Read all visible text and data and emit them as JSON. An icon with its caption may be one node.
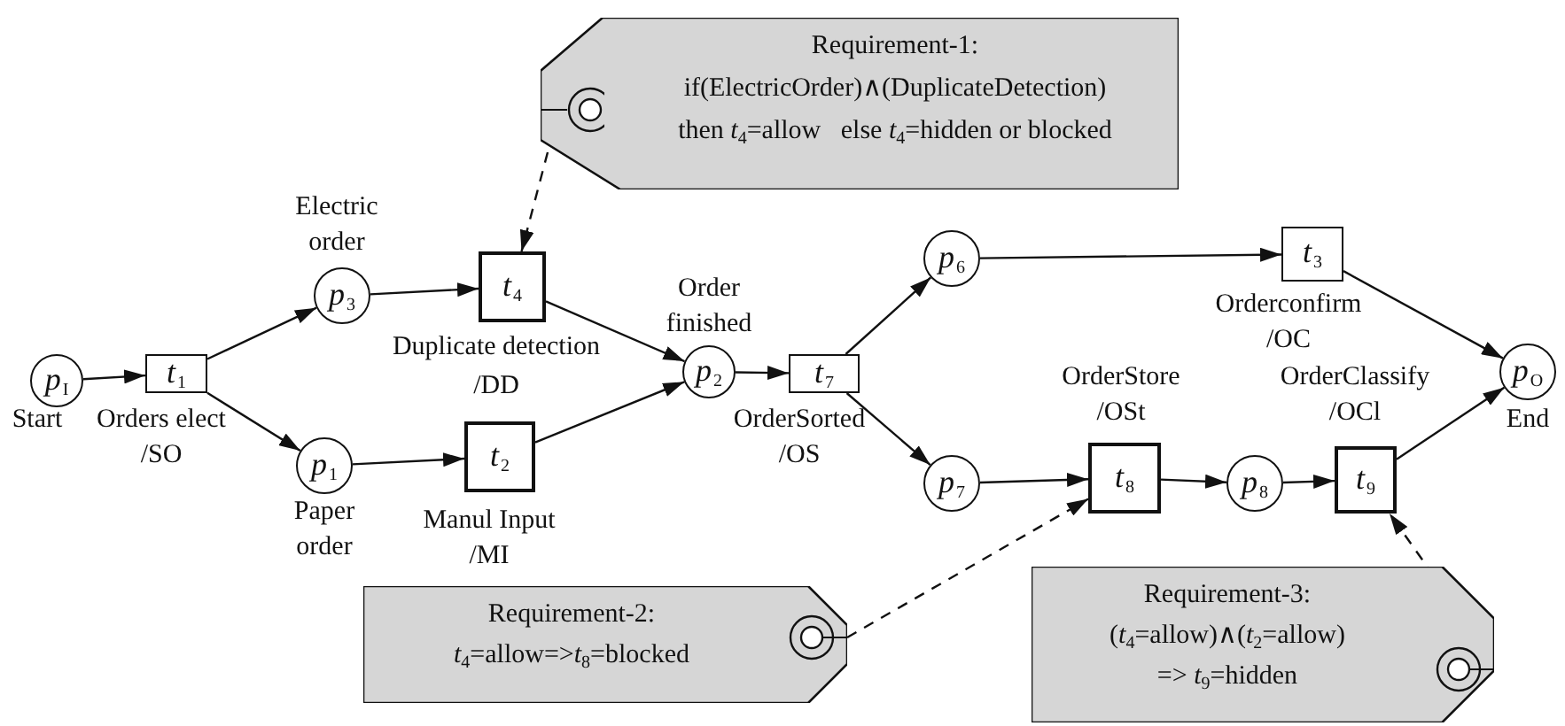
{
  "diagram": {
    "nodes": [
      {
        "text": [
          "Requirement-1:",
          "if(ElectricOrder)∧(DuplicateDetection) then *t*$_{4}$=allow   else *t*$_{4}$=hidden or blocked"
        ]
      },
      {
        "text": [
          "*p*$_{I}$"
        ],
        "beside": [
          "Start"
        ]
      },
      {
        "text": [
          "*t*$_{1}$"
        ],
        "beside": [
          "Orders elect /SO"
        ]
      },
      {
        "text": [
          "*p*$_{3}$"
        ],
        "beside": [
          "Electric order"
        ]
      },
      {
        "text": [
          "*p*$_{1}$"
        ],
        "beside": [
          "Paper order"
        ]
      },
      {
        "text": [
          "*t*$_{4}$"
        ],
        "beside": [
          "Duplicate detection /DD"
        ]
      },
      {
        "text": [
          "*t*$_{2}$"
        ],
        "beside": [
          "Manul Input /MI"
        ]
      },
      {
        "text": [
          "*p*$_{2}$"
        ],
        "beside": [
          "Order finished"
        ]
      },
      {
        "text": [
          "*t*$_{7}$"
        ],
        "beside": [
          "OrderSorted /OS"
        ]
      },
      {
        "text": [
          "*p*$_{6}$"
        ]
      },
      {
        "text": [
          "*p*$_{7}$"
        ]
      },
      {
        "text": [
          "*t*$_{3}$"
        ],
        "beside": [
          "Orderconfirm /OC"
        ]
      },
      {
        "text": [
          "*t*$_{8}$"
        ],
        "beside": [
          "OrderStore /OSt"
        ]
      },
      {
        "text": [
          "*p*$_{8}$"
        ]
      },
      {
        "text": [
          "*t*$_{9}$"
        ],
        "beside": [
          "OrderClassify /OCl"
        ]
      },
      {
        "text": [
          "*p*$_{O}$"
        ],
        "beside": [
          "End"
        ]
      },
      {
        "text": [
          "Requirement-2:",
          "*t*$_{4}$=allow=>*t*$_{8}$=blocked"
        ]
      },
      {
        "text": [
          "Requirement-3:",
          "(*t*$_{4}$=allow)∧(*t*$_{2}$=allow) => *t*$_{9}$=hidden"
        ]
      }
    ],
    "edges": [
      {
        "from": 1,
        "to": 2,
        "arrow": "to"
      },
      {
        "from": 2,
        "to": 3,
        "arrow": "to"
      },
      {
        "from": 2,
        "to": 4,
        "arrow": "to"
      },
      {
        "from": 3,
        "to": 5,
        "arrow": "to"
      },
      {
        "from": 4,
        "to": 6,
        "arrow": "to"
      },
      {
        "from": 5,
        "to": 7,
        "arrow": "to"
      },
      {
        "from": 6,
        "to": 7,
        "arrow": "to"
      },
      {
        "from": 7,
        "to": 8,
        "arrow": "to"
      },
      {
        "from": 8,
        "to": 9,
        "arrow": "to"
      },
      {
        "from": 8,
        "to": 10,
        "arrow": "to"
      },
      {
        "from": 9,
        "to": 11,
        "arrow": "to"
      },
      {
        "from": 10,
        "to": 12,
        "arrow": "to"
      },
      {
        "from": 12,
        "to": 13,
        "arrow": "to"
      },
      {
        "from": 13,
        "to": 14,
        "arrow": "to"
      },
      {
        "from": 11,
        "to": 15,
        "arrow": "to"
      },
      {
        "from": 14,
        "to": 15,
        "arrow": "to"
      },
      {
        "from": 0,
        "to": 5,
        "arrow": "to",
        "style": "dashed"
      },
      {
        "from": 16,
        "to": 12,
        "arrow": "to",
        "style": "dashed"
      },
      {
        "from": 17,
        "to": 14,
        "arrow": "to",
        "style": "dashed"
      }
    ]
  }
}
